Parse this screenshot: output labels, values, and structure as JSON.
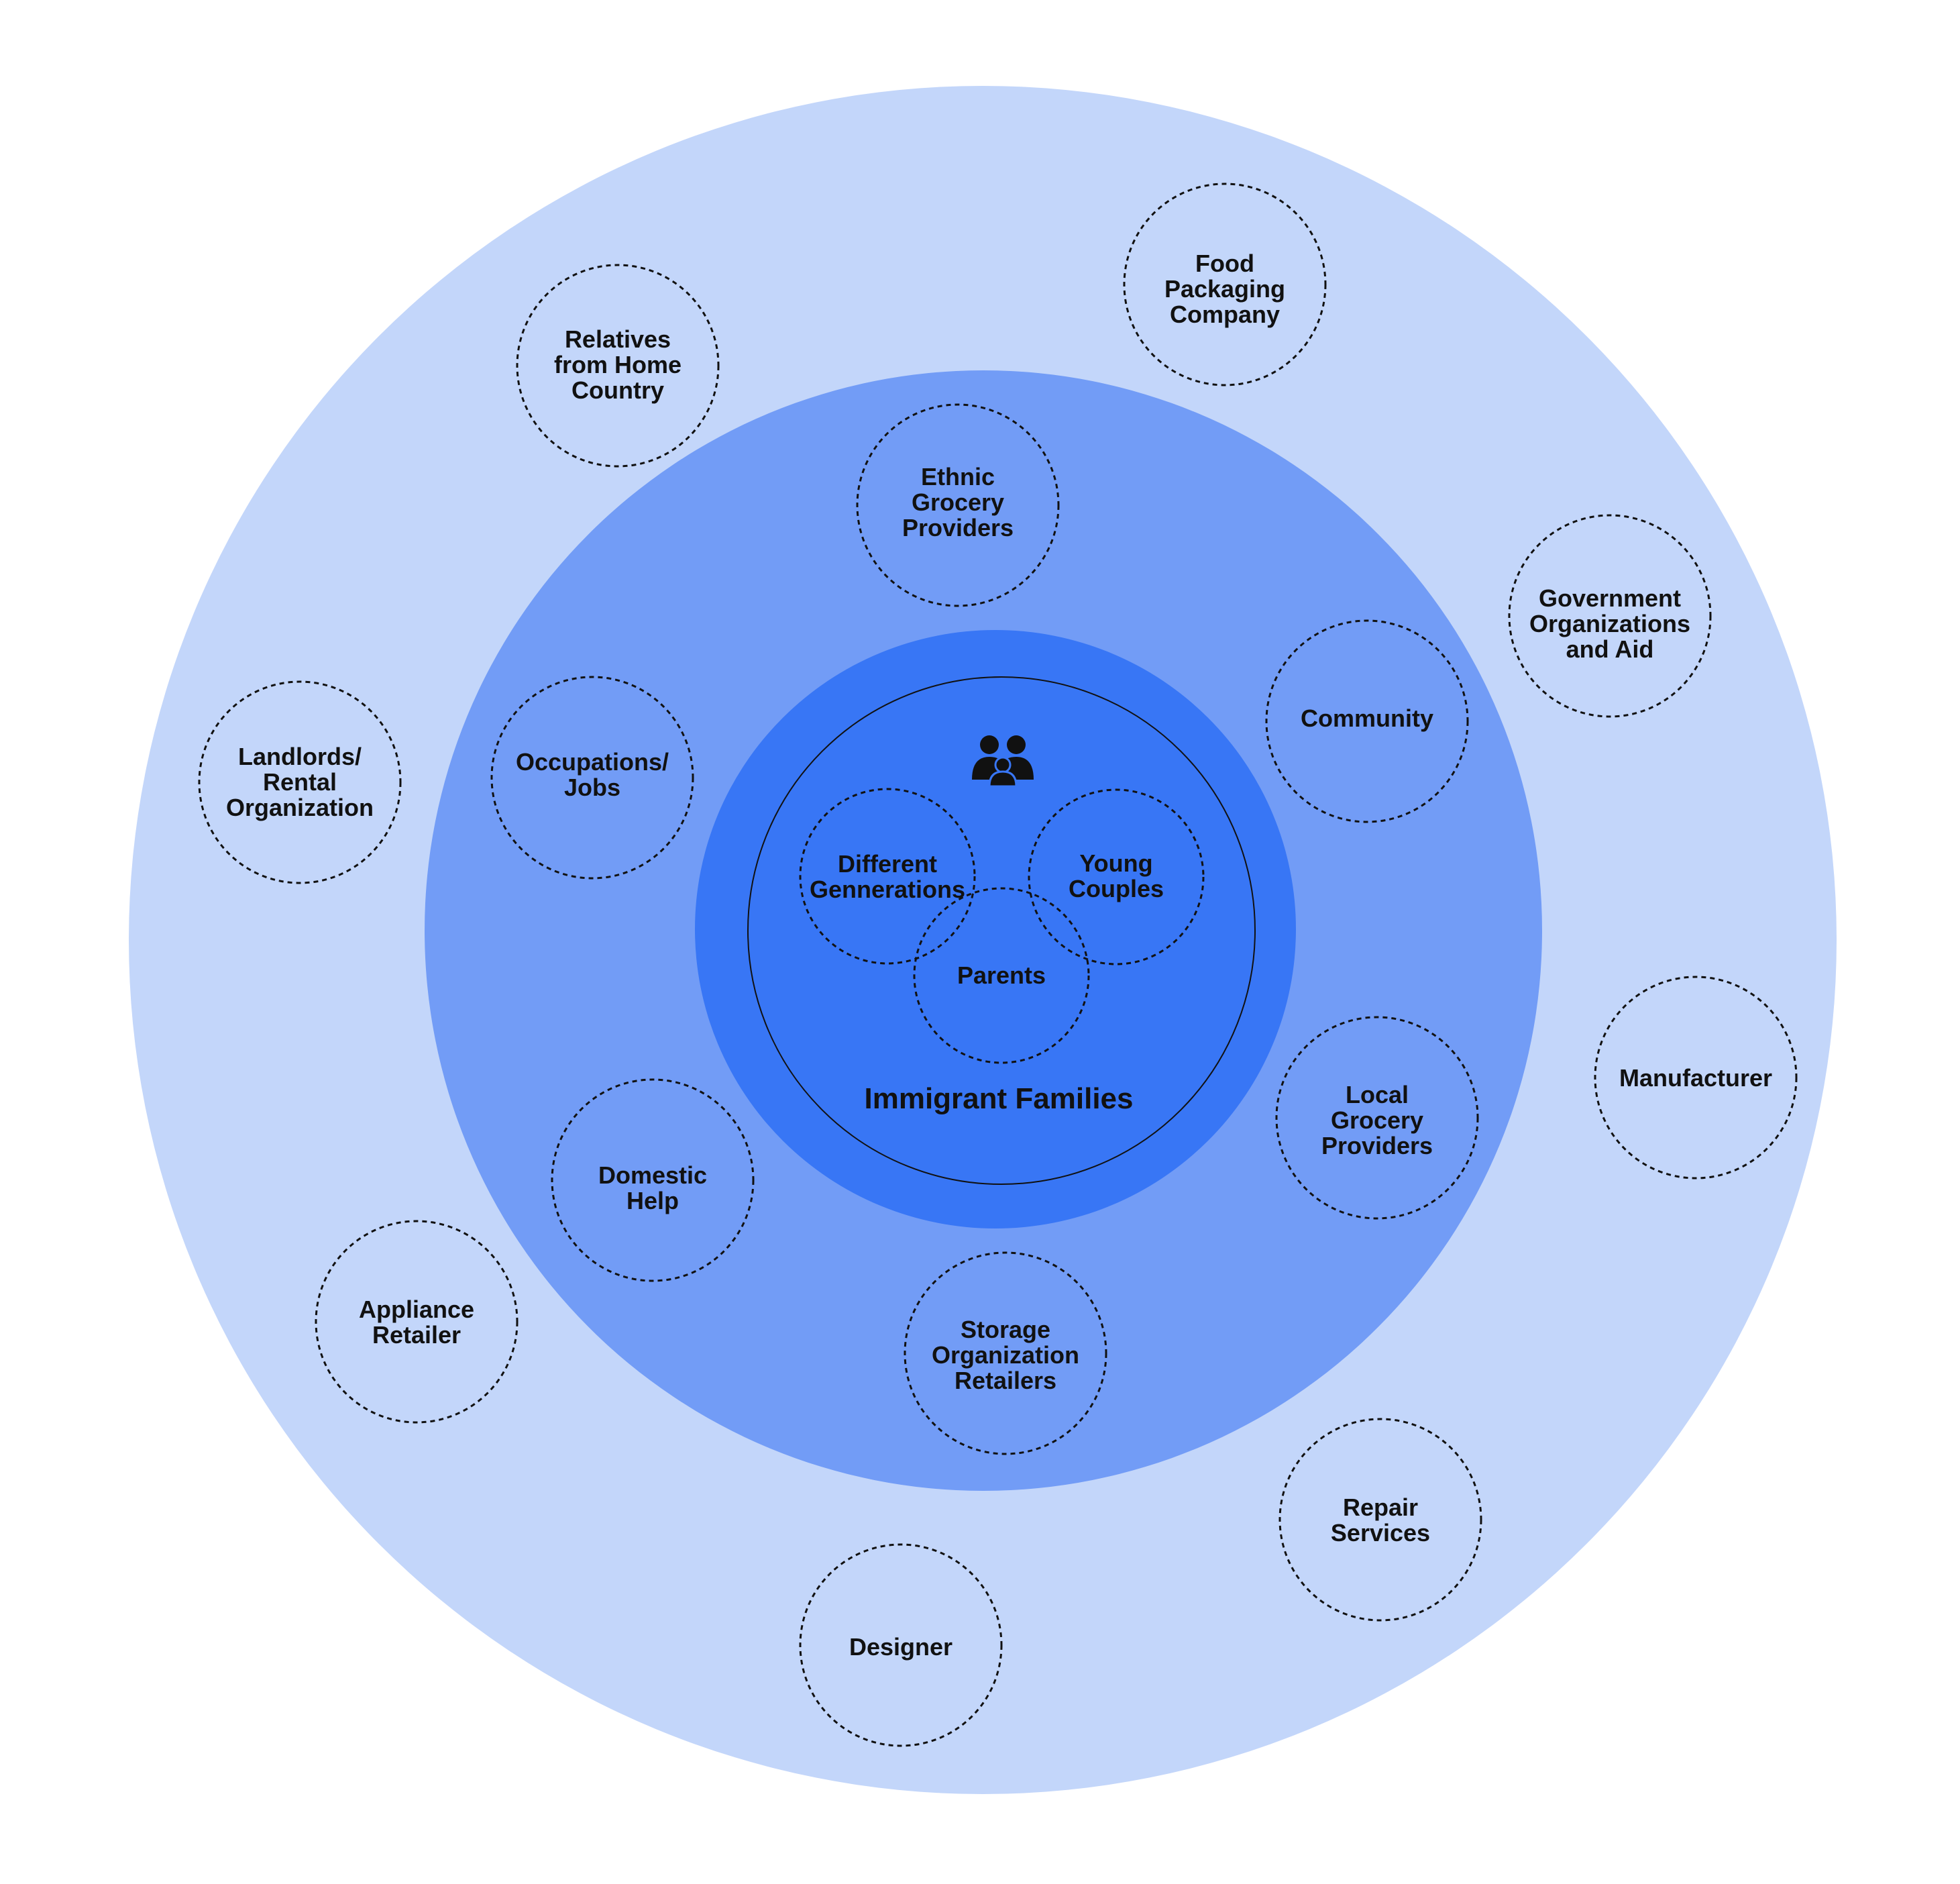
{
  "colors": {
    "background": "#ffffff",
    "outer_ring": "#c3d6fa",
    "middle_ring": "#729cf6",
    "inner_ring": "#3876f5",
    "stroke": "#111111",
    "icon": "#111111"
  },
  "center": {
    "title": "Immigrant Families",
    "icon": "family-icon",
    "groups": [
      {
        "id": "different-generations",
        "lines": [
          "Different",
          "Gennerations"
        ]
      },
      {
        "id": "young-couples",
        "lines": [
          "Young",
          "Couples"
        ]
      },
      {
        "id": "parents",
        "lines": [
          "Parents"
        ]
      }
    ]
  },
  "middle_ring": {
    "stakeholders": [
      {
        "id": "ethnic-grocery-providers",
        "lines": [
          "Ethnic",
          "Grocery",
          "Providers"
        ]
      },
      {
        "id": "community",
        "lines": [
          "Community"
        ]
      },
      {
        "id": "occupations-jobs",
        "lines": [
          "Occupations/",
          "Jobs"
        ]
      },
      {
        "id": "local-grocery-providers",
        "lines": [
          "Local",
          "Grocery",
          "Providers"
        ]
      },
      {
        "id": "domestic-help",
        "lines": [
          "Domestic",
          "Help"
        ]
      },
      {
        "id": "storage-organization-retailers",
        "lines": [
          "Storage",
          "Organization",
          "Retailers"
        ]
      }
    ]
  },
  "outer_ring": {
    "stakeholders": [
      {
        "id": "food-packaging-company",
        "lines": [
          "Food",
          "Packaging",
          "Company"
        ]
      },
      {
        "id": "relatives-from-home-country",
        "lines": [
          "Relatives",
          "from Home",
          "Country"
        ]
      },
      {
        "id": "government-organizations-and-aid",
        "lines": [
          "Government",
          "Organizations",
          "and Aid"
        ]
      },
      {
        "id": "landlords-rental-organization",
        "lines": [
          "Landlords/",
          "Rental",
          "Organization"
        ]
      },
      {
        "id": "manufacturer",
        "lines": [
          "Manufacturer"
        ]
      },
      {
        "id": "appliance-retailer",
        "lines": [
          "Appliance",
          "Retailer"
        ]
      },
      {
        "id": "repair-services",
        "lines": [
          "Repair",
          "Services"
        ]
      },
      {
        "id": "designer",
        "lines": [
          "Designer"
        ]
      }
    ]
  }
}
